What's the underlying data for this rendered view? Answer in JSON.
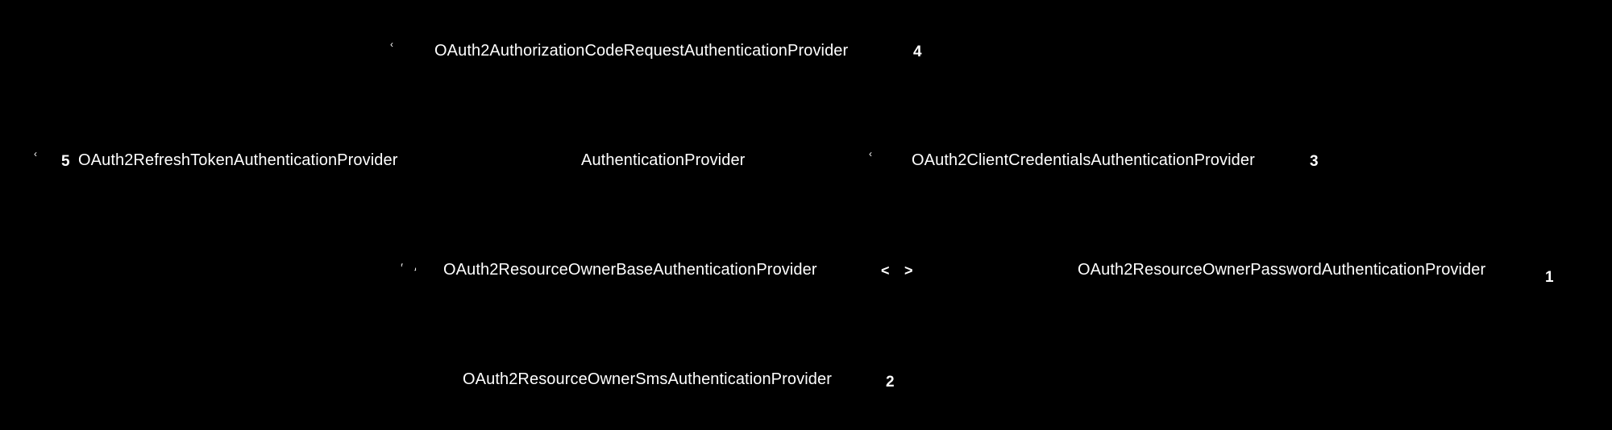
{
  "diagram": {
    "background": "#000000",
    "text_color": "#ffffff",
    "center": {
      "label": "AuthenticationProvider"
    },
    "providers": [
      {
        "key": "authorization_code",
        "label": "OAuth2AuthorizationCodeRequestAuthenticationProvider",
        "badge": "4"
      },
      {
        "key": "refresh_token",
        "label": "OAuth2RefreshTokenAuthenticationProvider",
        "badge": "5"
      },
      {
        "key": "client_credentials",
        "label": "OAuth2ClientCredentialsAuthenticationProvider",
        "badge": "3"
      },
      {
        "key": "resource_owner_base",
        "label": "OAuth2ResourceOwnerBaseAuthenticationProvider"
      },
      {
        "key": "resource_owner_password",
        "label": "OAuth2ResourceOwnerPasswordAuthenticationProvider",
        "badge": "1"
      },
      {
        "key": "resource_owner_sms",
        "label": "OAuth2ResourceOwnerSmsAuthenticationProvider",
        "badge": "2"
      }
    ],
    "arrows": {
      "left": "<",
      "right": ">"
    }
  }
}
